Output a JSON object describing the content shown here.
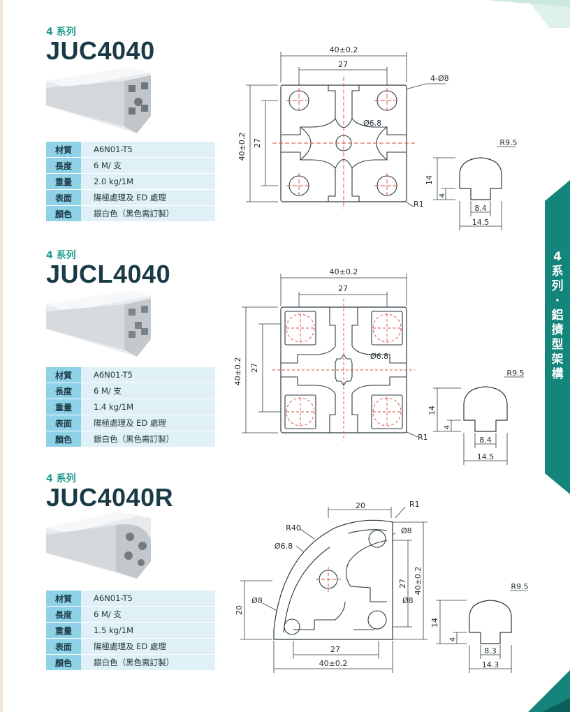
{
  "sidebar": {
    "chars": [
      "4",
      "系",
      "列",
      "·",
      "鋁",
      "擠",
      "型",
      "架",
      "構"
    ]
  },
  "spec_keys": [
    "材質",
    "長度",
    "重量",
    "表面",
    "顏色"
  ],
  "products": [
    {
      "series": "4 系列",
      "model": "JUC4040",
      "specs": [
        "A6N01-T5",
        "6 M/ 支",
        "2.0 kg/1M",
        "陽極處理及 ED 處理",
        "銀白色（黑色需訂製）"
      ],
      "dims": {
        "width": "40±0.2",
        "pitch": "27",
        "height": "40±0.2",
        "pitch_v": "27",
        "holes": "4-Ø8",
        "center": "Ø6.8",
        "radius": "R1",
        "slot_r": "R9.5",
        "slot_h": "14",
        "slot_neck": "4",
        "slot_w1": "8.4",
        "slot_w2": "14.5"
      }
    },
    {
      "series": "4 系列",
      "model": "JUCL4040",
      "specs": [
        "A6N01-T5",
        "6 M/ 支",
        "1.4 kg/1M",
        "陽極處理及 ED 處理",
        "銀白色（黑色需訂製）"
      ],
      "dims": {
        "width": "40±0.2",
        "pitch": "27",
        "height": "40±0.2",
        "pitch_v": "27",
        "center": "Ø6.8",
        "radius": "R1",
        "slot_r": "R9.5",
        "slot_h": "14",
        "slot_neck": "4",
        "slot_w1": "8.4",
        "slot_w2": "14.5"
      }
    },
    {
      "series": "4 系列",
      "model": "JUC4040R",
      "specs": [
        "A6N01-T5",
        "6 M/ 支",
        "1.5 kg/1M",
        "陽極處理及 ED 處理",
        "銀白色（黑色需訂製）"
      ],
      "dims": {
        "top": "20",
        "r1": "R1",
        "r40": "R40",
        "d8a": "Ø8",
        "d68": "Ø6.8",
        "d8b": "Ø8",
        "d8c": "Ø8",
        "side20": "20",
        "pitch_v": "27",
        "height": "40±0.2",
        "pitch": "27",
        "width": "40±0.2",
        "slot_r": "R9.5",
        "slot_h": "14",
        "slot_neck": "4",
        "slot_w1": "8.3",
        "slot_w2": "14.3"
      }
    }
  ]
}
